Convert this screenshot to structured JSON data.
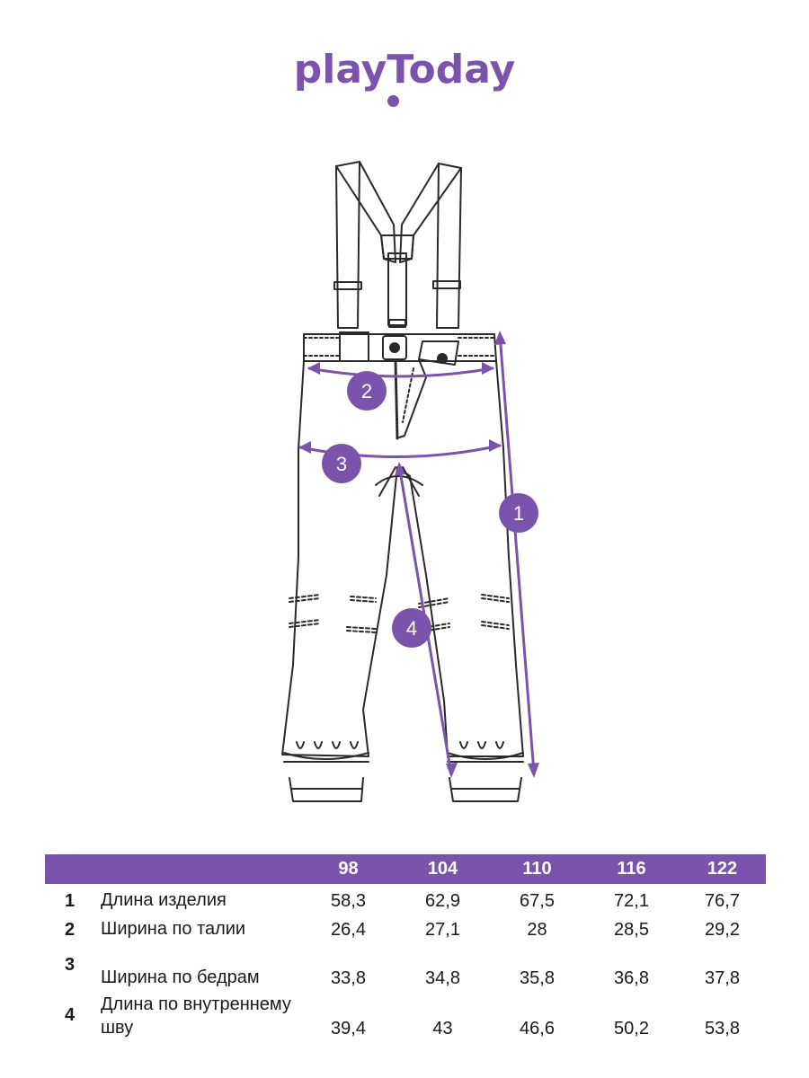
{
  "brand": {
    "logo_text": "playToday",
    "color": "#7b53ac"
  },
  "callouts": [
    {
      "label": "1",
      "meaning": "product-length"
    },
    {
      "label": "2",
      "meaning": "waist-width"
    },
    {
      "label": "3",
      "meaning": "hip-width"
    },
    {
      "label": "4",
      "meaning": "inseam-length"
    }
  ],
  "table": {
    "sizes": [
      "98",
      "104",
      "110",
      "116",
      "122"
    ],
    "rows": [
      {
        "num": "1",
        "name": "Длина изделия",
        "values": [
          "58,3",
          "62,9",
          "67,5",
          "72,1",
          "76,7"
        ]
      },
      {
        "num": "2",
        "name": "Ширина по талии",
        "values": [
          "26,4",
          "27,1",
          "28",
          "28,5",
          "29,2"
        ]
      },
      {
        "num": "3",
        "name": "Ширина по бедрам",
        "values": [
          "33,8",
          "34,8",
          "35,8",
          "36,8",
          "37,8"
        ]
      },
      {
        "num": "4",
        "name": "Длина по внутреннему шву",
        "values": [
          "39,4",
          "43",
          "46,6",
          "50,2",
          "53,8"
        ]
      }
    ]
  },
  "colors": {
    "accent": "#7b53ac",
    "line": "#2a2a2a",
    "text": "#1a1a1a"
  }
}
